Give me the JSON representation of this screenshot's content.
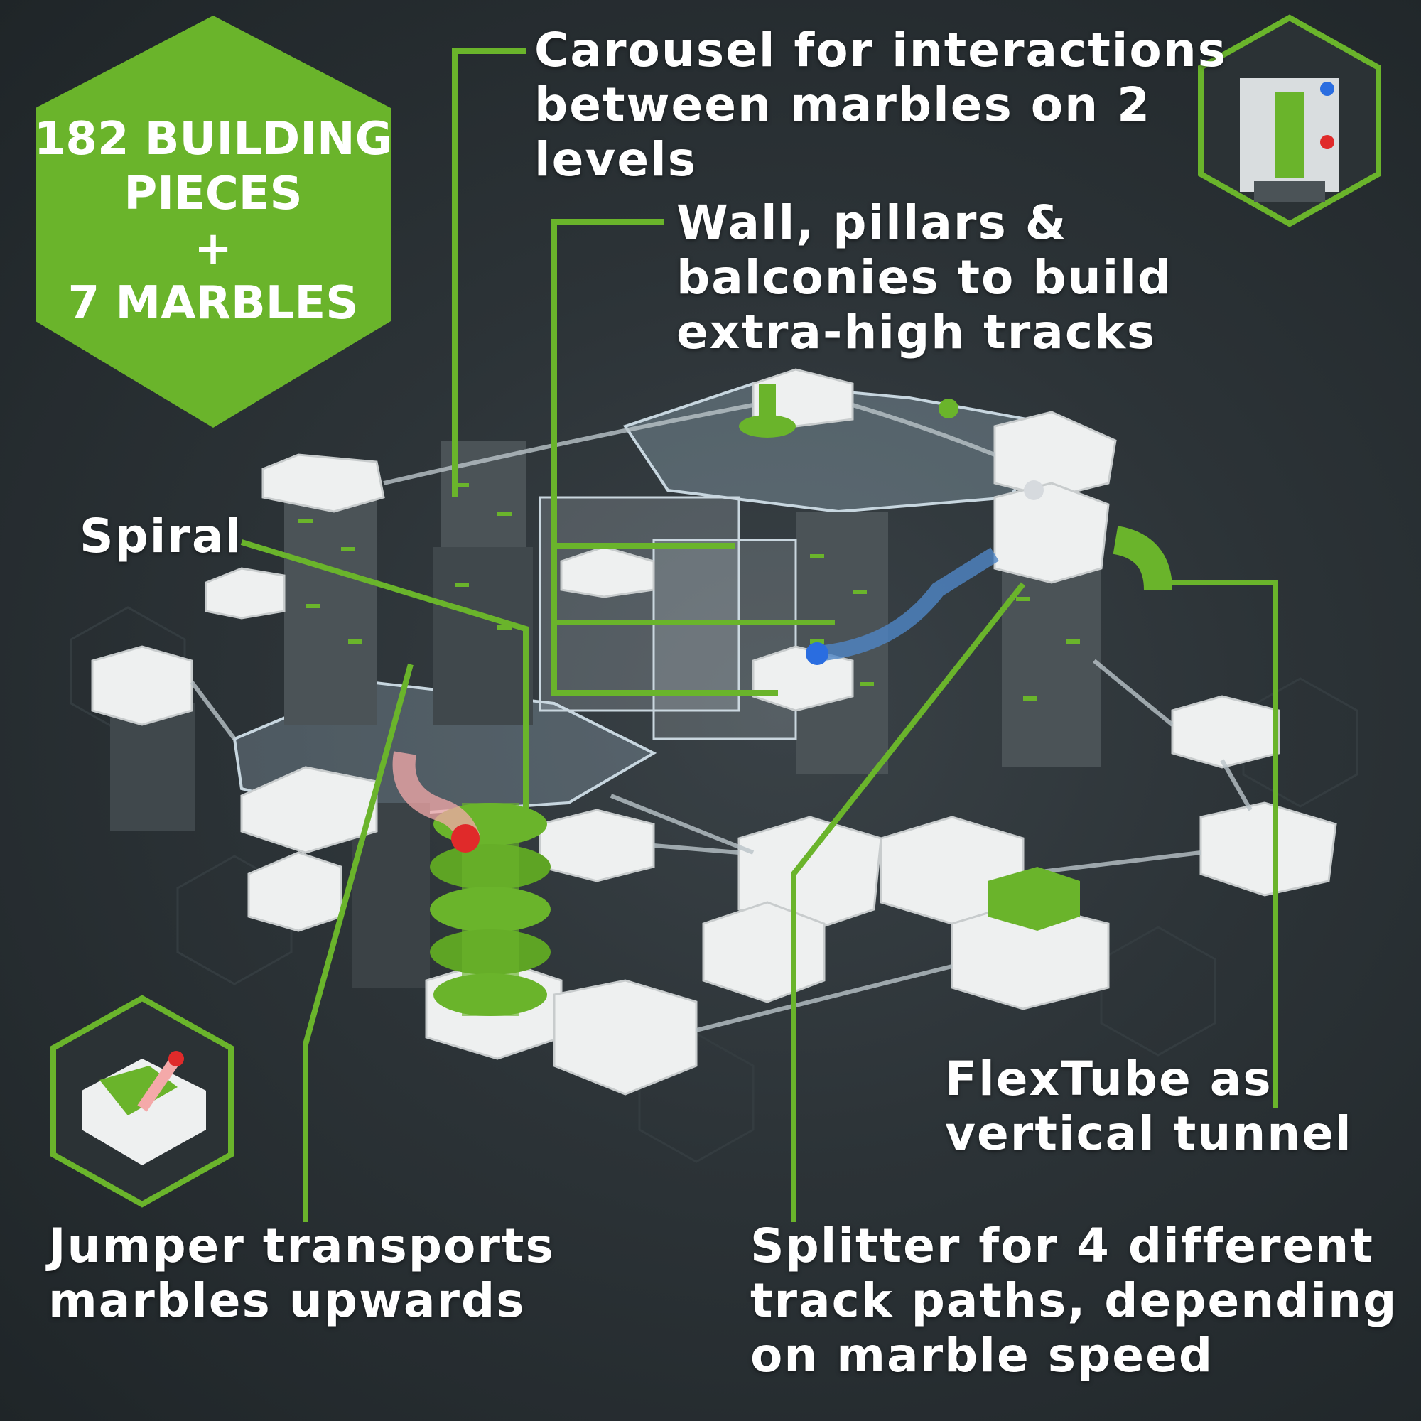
{
  "badge": {
    "lines": [
      "182 BUILDING",
      "PIECES",
      "+",
      "7 MARBLES"
    ]
  },
  "callouts": {
    "carousel": {
      "lines": [
        "Carousel for interactions",
        "between marbles on 2",
        "levels"
      ]
    },
    "wall": {
      "lines": [
        "Wall, pillars &",
        "balconies to build",
        "extra-high tracks"
      ]
    },
    "spiral": {
      "lines": [
        "Spiral"
      ]
    },
    "flextube": {
      "lines": [
        "FlexTube as",
        "vertical tunnel"
      ]
    },
    "jumper": {
      "lines": [
        "Jumper transports",
        "marbles upwards"
      ]
    },
    "splitter": {
      "lines": [
        "Splitter for 4 different",
        "track paths, depending",
        "on marble speed"
      ]
    }
  },
  "colors": {
    "accent_green": "#6ab42b",
    "background": "#2c3337",
    "piece_white": "#eef0f0",
    "pillar_grey": "#4b5357",
    "marble_red": "#e02a2a",
    "marble_blue": "#2a6de0"
  }
}
